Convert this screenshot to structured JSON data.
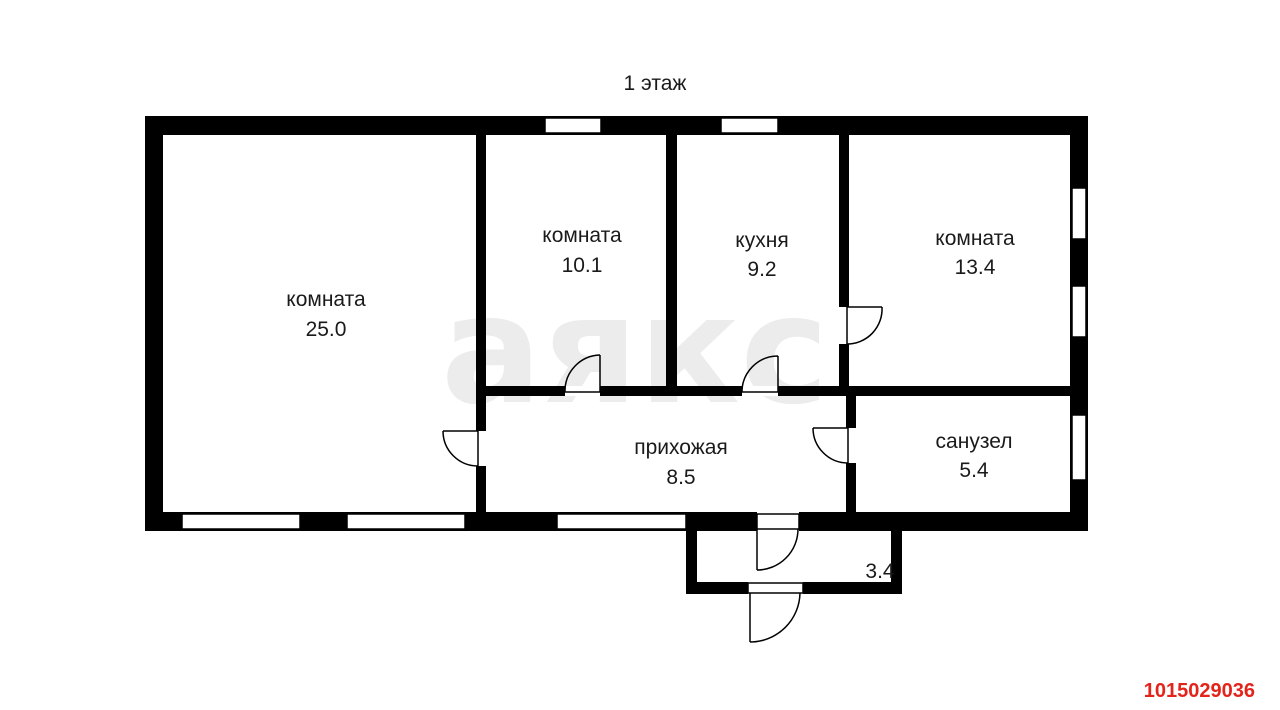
{
  "title": "1 этаж",
  "watermark": "аякс",
  "listing_id": "1015029036",
  "rooms": [
    {
      "name": "комната",
      "area": "25.0"
    },
    {
      "name": "комната",
      "area": "10.1"
    },
    {
      "name": "кухня",
      "area": "9.2"
    },
    {
      "name": "комната",
      "area": "13.4"
    },
    {
      "name": "прихожая",
      "area": "8.5"
    },
    {
      "name": "санузел",
      "area": "5.4"
    },
    {
      "name": "",
      "area": "3.4"
    }
  ],
  "colors": {
    "wall": "#000000",
    "watermark": "#ececec",
    "listing_id": "#e3241b"
  }
}
